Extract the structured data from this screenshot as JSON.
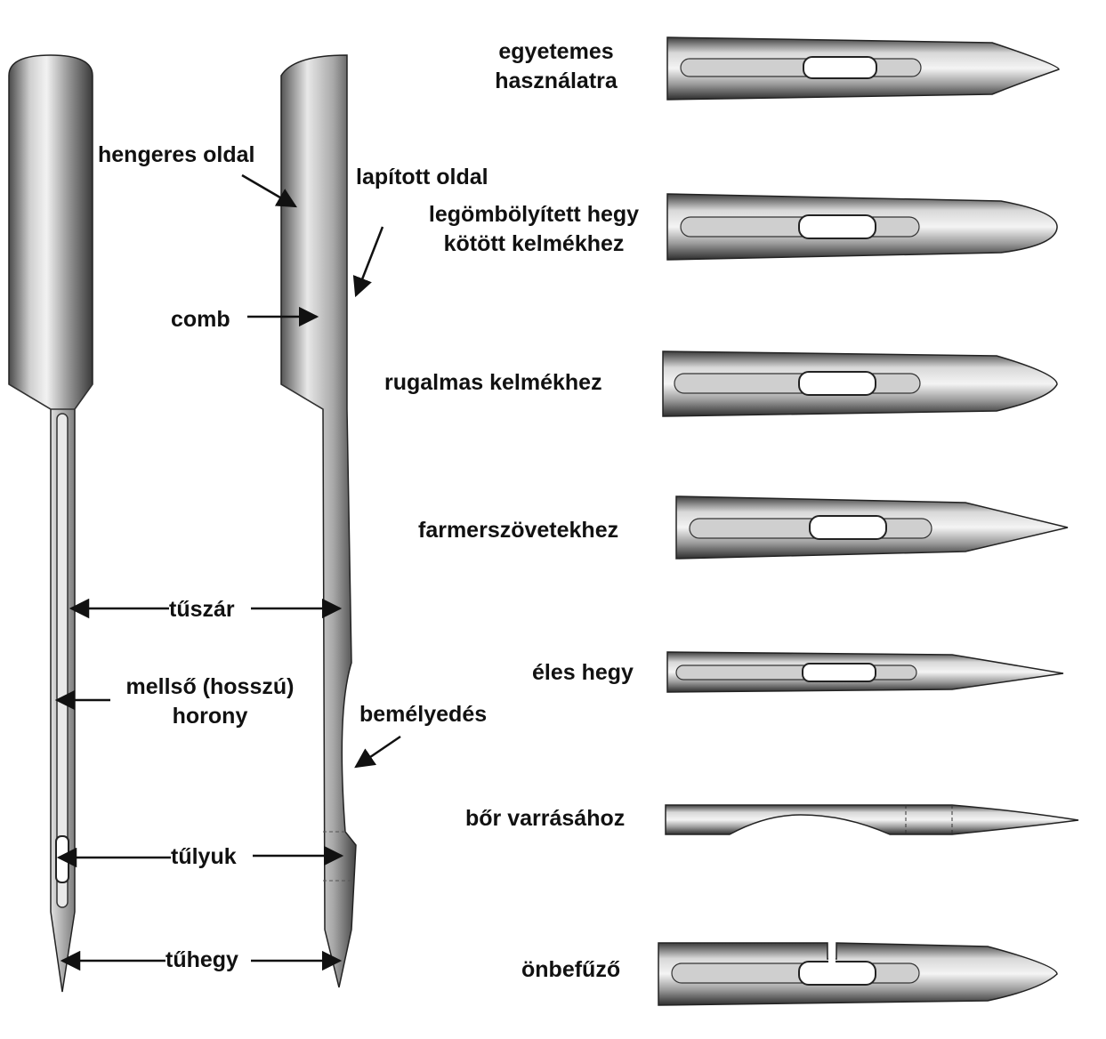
{
  "labels": {
    "cylindrical_side": "hengeres oldal",
    "flat_side": "lapított oldal",
    "shank": "comb",
    "blade": "tűszár",
    "front_groove": "mellső (hosszú)\nhorony",
    "scarf": "bemélyedés",
    "eye": "tűlyuk",
    "point": "tűhegy"
  },
  "needle_types": [
    {
      "name": "universal-point",
      "label": "egyetemes\nhasználatra"
    },
    {
      "name": "ball-point",
      "label": "legömbölyített hegy\nkötött kelmékhez"
    },
    {
      "name": "stretch-point",
      "label": "rugalmas kelmékhez"
    },
    {
      "name": "jeans-point",
      "label": "farmerszövetekhez"
    },
    {
      "name": "sharp-point",
      "label": "éles hegy"
    },
    {
      "name": "leather-point",
      "label": "bőr varrásához"
    },
    {
      "name": "self-threading",
      "label": "önbefűző"
    }
  ]
}
